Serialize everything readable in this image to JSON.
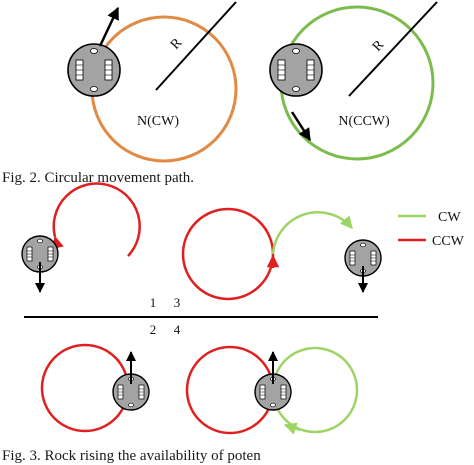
{
  "fig2": {
    "caption": "Fig. 2. Circular movement path.",
    "left": {
      "center_label": "N(CW)",
      "radius_label": "R",
      "color": "#e08a45"
    },
    "right": {
      "center_label": "N(CCW)",
      "radius_label": "R",
      "color": "#7cbc4c"
    }
  },
  "fig3": {
    "caption": "Fig. 3. Rock rising the availability of poten",
    "quadrant_labels": [
      "1",
      "3",
      "2",
      "4"
    ],
    "legend": [
      {
        "label": "CW",
        "color": "#9ed464"
      },
      {
        "label": "CCW",
        "color": "#e02020"
      }
    ]
  },
  "colors": {
    "robot_body": "#a3a3a3",
    "outline": "#000000"
  }
}
